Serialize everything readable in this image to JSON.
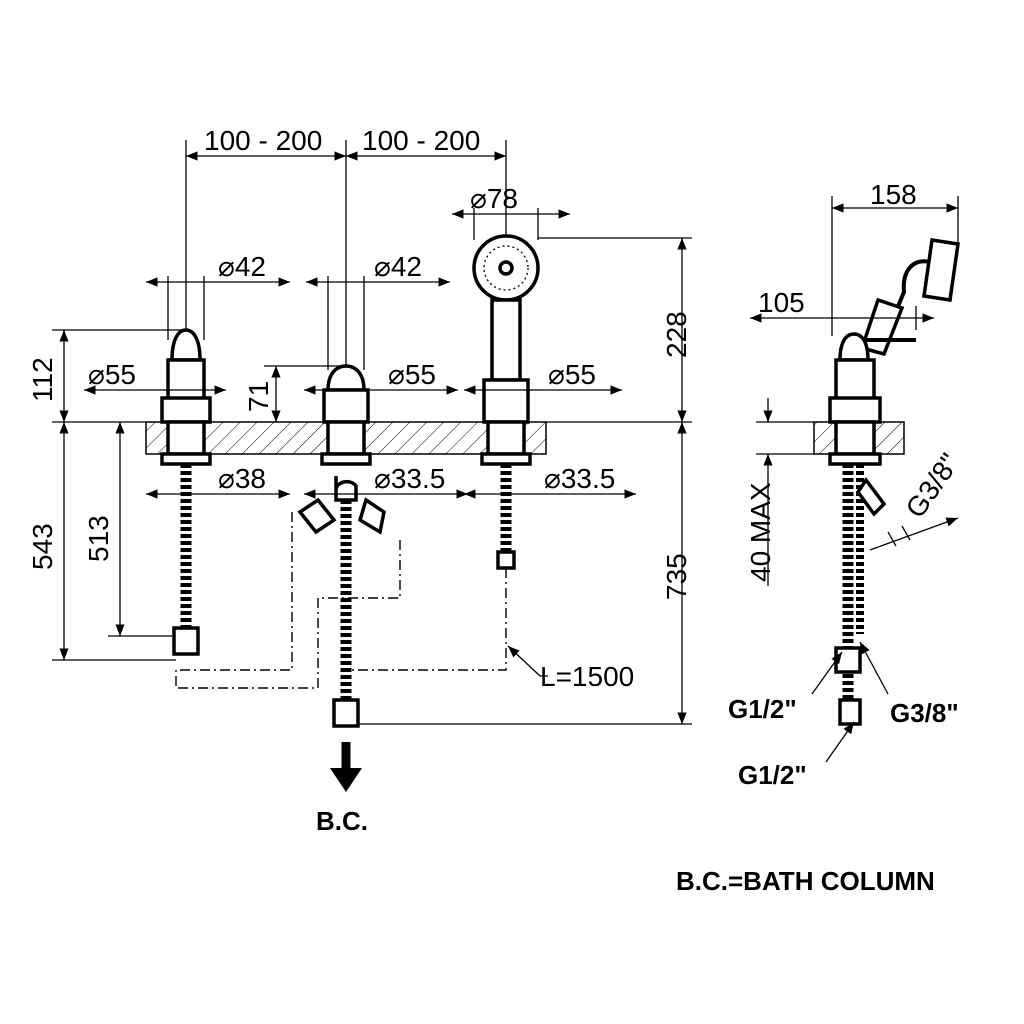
{
  "dimensions": {
    "spacing_left": "100 - 200",
    "spacing_right": "100 - 200",
    "diameter_handshower": "78",
    "diameter_handle_left": "42",
    "diameter_handle_center": "42",
    "diameter_body_left": "55",
    "diameter_body_center": "55",
    "diameter_body_right": "55",
    "diameter_shank_left": "38",
    "diameter_shank_center": "33.5",
    "diameter_shank_right": "33.5",
    "height_112": "112",
    "height_71": "71",
    "height_228": "228",
    "height_543": "543",
    "height_513": "513",
    "height_735": "735",
    "hose_length": "L=1500",
    "side_width_158": "158",
    "side_width_105": "105",
    "deck_thickness": "40 MAX"
  },
  "diameter_symbol": "⌀",
  "connections": {
    "g38_top": "G3/8\"",
    "g12_upper": "G1/2\"",
    "g38_lower": "G3/8\"",
    "g12_lower": "G1/2\""
  },
  "labels": {
    "outlet": "B.C.",
    "legend": "B.C.=BATH COLUMN"
  }
}
